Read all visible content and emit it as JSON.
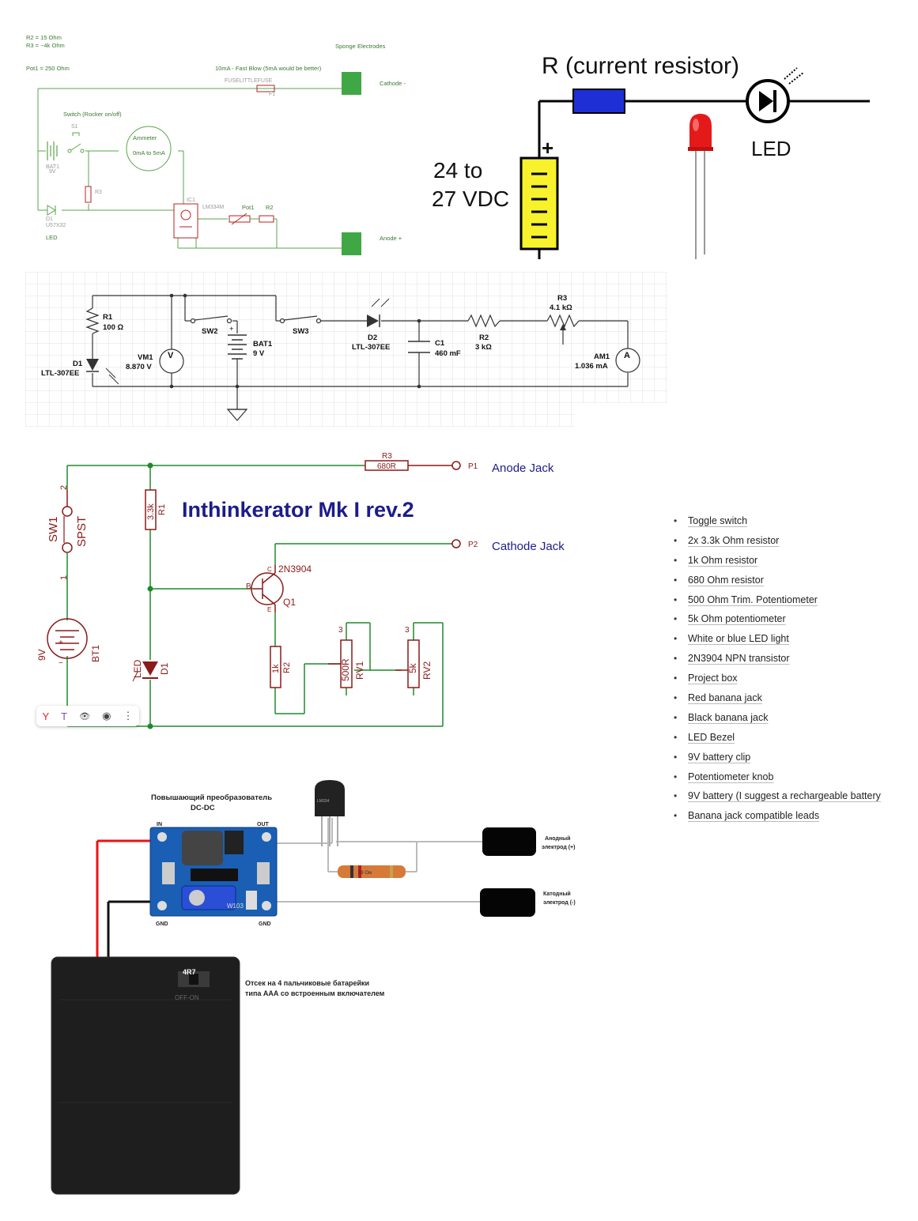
{
  "panel1": {
    "note_r2": "R2 = 15 Ohm",
    "note_r3": "R3 = ~4k Ohm",
    "note_pot1": "Pot1 = 250 Ohm",
    "sponge_label": "Sponge Electrodes",
    "fuse_note": "10mA - Fast Blow (5mA would be better)",
    "fuse_part": "FUSELITTLEFUSE",
    "fuse_ref": "F1",
    "cathode_label": "Cathode -",
    "switch_note": "Switch (Rocker on/off)",
    "switch_ref": "S1",
    "ammeter_label": "Ammeter",
    "ammeter_range": "0mA to 5mA",
    "battery_ref": "BAT1",
    "battery_val": "9V",
    "r3_ref": "R3",
    "ic_ref": "IC1",
    "ic_part": "LM334M",
    "pot_ref": "Pot1",
    "r2_ref": "R2",
    "diode_ref": "D1",
    "diode_part": "U57X32",
    "led_label": "LED",
    "anode_label": "Anode +"
  },
  "panel2": {
    "title": "R (current resistor)",
    "voltage_line1": "24 to",
    "voltage_line2": "27 VDC",
    "plus": "+",
    "led_label": "LED"
  },
  "panel3": {
    "r1_ref": "R1",
    "r1_val": "100 Ω",
    "d1_ref": "D1",
    "d1_part": "LTL-307EE",
    "vm1_ref": "VM1",
    "vm1_val": "8.870 V",
    "vm_symbol": "V",
    "sw2_ref": "SW2",
    "bat1_ref": "BAT1",
    "bat1_val": "9 V",
    "sw3_ref": "SW3",
    "d2_ref": "D2",
    "d2_part": "LTL-307EE",
    "c1_ref": "C1",
    "c1_val": "460 mF",
    "r2_ref": "R2",
    "r2_val": "3 kΩ",
    "r3_ref": "R3",
    "r3_val": "4.1 kΩ",
    "am1_ref": "AM1",
    "am1_val": "1.036 mA",
    "am_symbol": "A",
    "bat_plus": "+"
  },
  "panel4": {
    "title": "Inthinkerator Mk I rev.2",
    "r3_ref": "R3",
    "r3_val": "680R",
    "p1_ref": "P1",
    "anode_jack": "Anode Jack",
    "p2_ref": "P2",
    "cathode_jack": "Cathode Jack",
    "r1_ref": "R1",
    "r1_val": "3.3k",
    "sw_ref": "SW1",
    "sw_type": "SPST",
    "pin2": "2",
    "pin1": "1",
    "q1_ref": "Q1",
    "q1_part": "2N3904",
    "bt_ref": "BT1",
    "bt_val": "9V",
    "d1_ref": "D1",
    "d1_val": "LED",
    "r2_ref": "R2",
    "r2_val": "1k",
    "rv1_ref": "RV1",
    "rv1_val": "500R",
    "rv2_ref": "RV2",
    "rv2_val": "5k",
    "pin_b": "B",
    "pin_c": "C",
    "pin_e": "E",
    "pin3": "3",
    "bt_plus": "+",
    "bt_minus": "−"
  },
  "panel5": {
    "converter_title_1": "Повышающий преобразователь",
    "converter_title_2": "DC-DC",
    "in_label": "IN",
    "out_label": "OUT",
    "gnd_left": "GND",
    "gnd_right": "GND",
    "chip_label": "LM334",
    "resistor_label": "39 Ом",
    "anode_1": "Анодный",
    "anode_2": "электрод (+)",
    "cathode_1": "Катодный",
    "cathode_2": "электрод (-)",
    "box_1": "Отсек на 4 пальчиковые батарейки",
    "box_2": "типа ААА со встроенным включателем",
    "switch_label": "OFF-ON",
    "inductor_label": "4R7",
    "pot_label": "W103"
  },
  "parts_list": [
    "Toggle switch",
    "2x 3.3k Ohm resistor",
    "1k Ohm resistor",
    "680 Ohm resistor",
    "500 Ohm Trim. Potentiometer",
    "5k Ohm potentiometer",
    "White or blue LED light",
    "2N3904 NPN transistor",
    "Project box",
    "Red banana jack",
    "Black banana jack",
    "LED Bezel",
    "9V battery clip",
    "Potentiometer knob",
    "9V battery (I suggest a rechargeable battery",
    "Banana jack compatible leads"
  ],
  "toolbar": {
    "icon_y": "Y",
    "icon_t": "T",
    "icon_eye": "👁",
    "icon_cam": "◉",
    "icon_more": "⋮"
  },
  "colors": {
    "green_wire": "#5aa54a",
    "electrode_green": "#3fa845",
    "kicad_red": "#8b1a1a",
    "kicad_green": "#1f8a2a",
    "title_blue": "#1c1c8a",
    "resistor_blue": "#1f2fd6",
    "battery_yellow": "#f7f22b"
  }
}
